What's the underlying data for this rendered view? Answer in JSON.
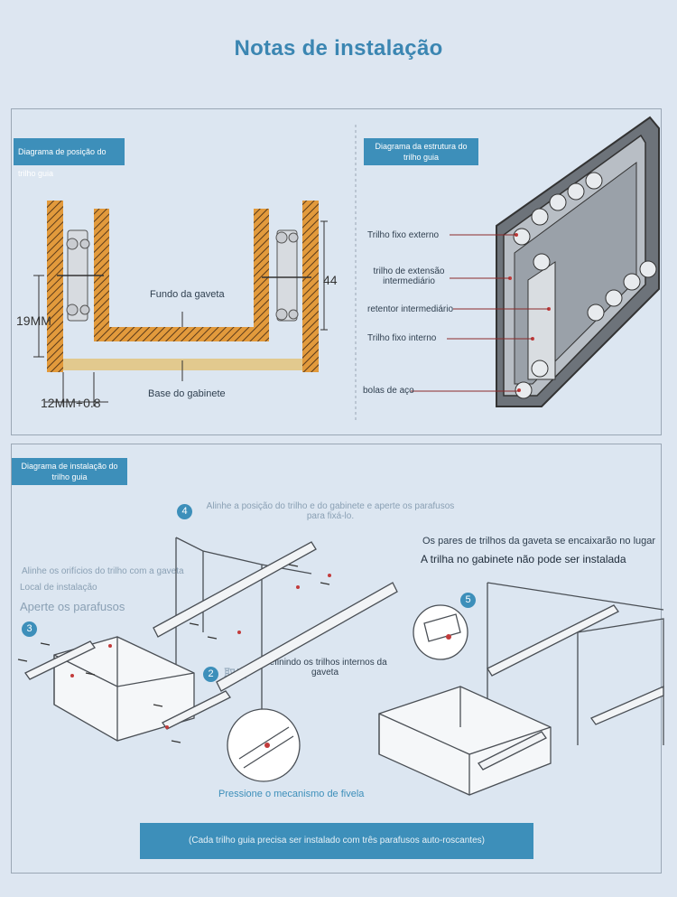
{
  "title": "Notas de instalação",
  "position_diagram": {
    "tag": "Diagrama de posição do trilho guia",
    "drawer_bottom": "Fundo da gaveta",
    "cabinet_base": "Base do gabinete",
    "dim_19": "19MM",
    "dim_12": "12MM+0.8",
    "dim_44": "44"
  },
  "structure_diagram": {
    "tag": "Diagrama da estrutura do trilho guia",
    "labels": [
      "Trilho fixo externo",
      "trilho de extensão intermediário",
      "retentor intermediário",
      "Trilho fixo interno",
      "bolas de aço"
    ]
  },
  "installation": {
    "tag": "Diagrama de instalação do trilho guia",
    "step4": {
      "num": "4",
      "text": "Alinhe a posição do trilho e do gabinete e aperte os parafusos para fixá-lo."
    },
    "step3": {
      "num": "3",
      "line1": "Alinhe os orifícios do trilho com a gaveta",
      "line2": "Local de instalação",
      "line3": "Aperte os parafusos"
    },
    "step2": {
      "num": "2",
      "cjk": "取出",
      "text": "Definindo os trilhos internos da gaveta"
    },
    "step5": {
      "num": "5",
      "line1": "Os pares de trilhos da gaveta se encaixarão no lugar",
      "line2": "A trilha no gabinete não pode ser instalada"
    },
    "buckle": "Pressione o mecanismo de fivela",
    "note": "(Cada trilho guia precisa ser instalado com três parafusos auto-roscantes)"
  }
}
